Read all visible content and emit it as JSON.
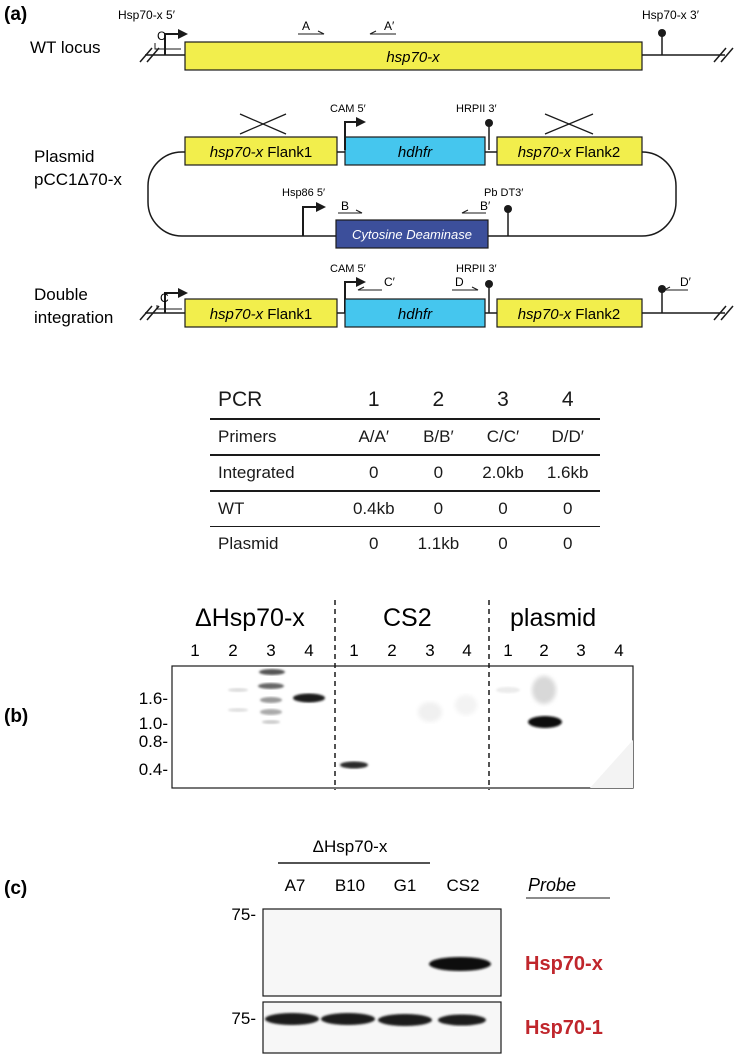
{
  "panel_a": {
    "label": "(a)",
    "wt": {
      "row_label": "WT locus",
      "promoter_5": "Hsp70-x 5′",
      "terminator_3": "Hsp70-x 3′",
      "gene": "hsp70-x",
      "primer_c": "C",
      "primer_a": "A",
      "primer_a2": "A′"
    },
    "plasmid": {
      "row_label_1": "Plasmid",
      "row_label_2": "pCC1Δ70-x",
      "flank1_italic": "hsp70-x",
      "flank1_text": " Flank1",
      "flank2_italic": "hsp70-x",
      "flank2_text": " Flank2",
      "cam5": "CAM 5′",
      "hrpii3": "HRPII 3′",
      "hdhfr": "hdhfr",
      "hsp86": "Hsp86 5′",
      "pbdt3": "Pb DT3′",
      "primer_b": "B",
      "primer_b2": "B′",
      "cd": "Cytosine Deaminase"
    },
    "double": {
      "row_label_1": "Double",
      "row_label_2": "integration",
      "primer_c": "C",
      "primer_c2": "C′",
      "primer_d": "D",
      "primer_d2": "D′",
      "cam5": "CAM 5′",
      "hrpii3": "HRPII 3′",
      "flank1_italic": "hsp70-x",
      "flank1_text": " Flank1",
      "hdhfr": "hdhfr",
      "flank2_italic": "hsp70-x",
      "flank2_text": " Flank2"
    },
    "table": {
      "header": [
        "PCR",
        "1",
        "2",
        "3",
        "4"
      ],
      "rows": [
        [
          "Primers",
          "A/A′",
          "B/B′",
          "C/C′",
          "D/D′"
        ],
        [
          "Integrated",
          "0",
          "0",
          "2.0kb",
          "1.6kb"
        ],
        [
          "WT",
          "0.4kb",
          "0",
          "0",
          "0"
        ],
        [
          "Plasmid",
          "0",
          "1.1kb",
          "0",
          "0"
        ]
      ]
    }
  },
  "panel_b": {
    "label": "(b)",
    "groups": [
      "ΔHsp70-x",
      "CS2",
      "plasmid"
    ],
    "lanes": [
      "1",
      "2",
      "3",
      "4",
      "1",
      "2",
      "3",
      "4",
      "1",
      "2",
      "3",
      "4"
    ],
    "markers": [
      "1.6-",
      "1.0-",
      "0.8-",
      "0.4-"
    ]
  },
  "panel_c": {
    "label": "(c)",
    "group": "ΔHsp70-x",
    "lanes": [
      "A7",
      "B10",
      "G1",
      "CS2"
    ],
    "probe_header": "Probe",
    "marker_top": "75-",
    "marker_bottom": "75-",
    "probe1": "Hsp70-x",
    "probe2": "Hsp70-1",
    "probe_color": "#c0262c"
  },
  "colors": {
    "yellow_box": "#f2ee4c",
    "cyan_box": "#45c6ee",
    "navy_box": "#3c4f9b"
  }
}
